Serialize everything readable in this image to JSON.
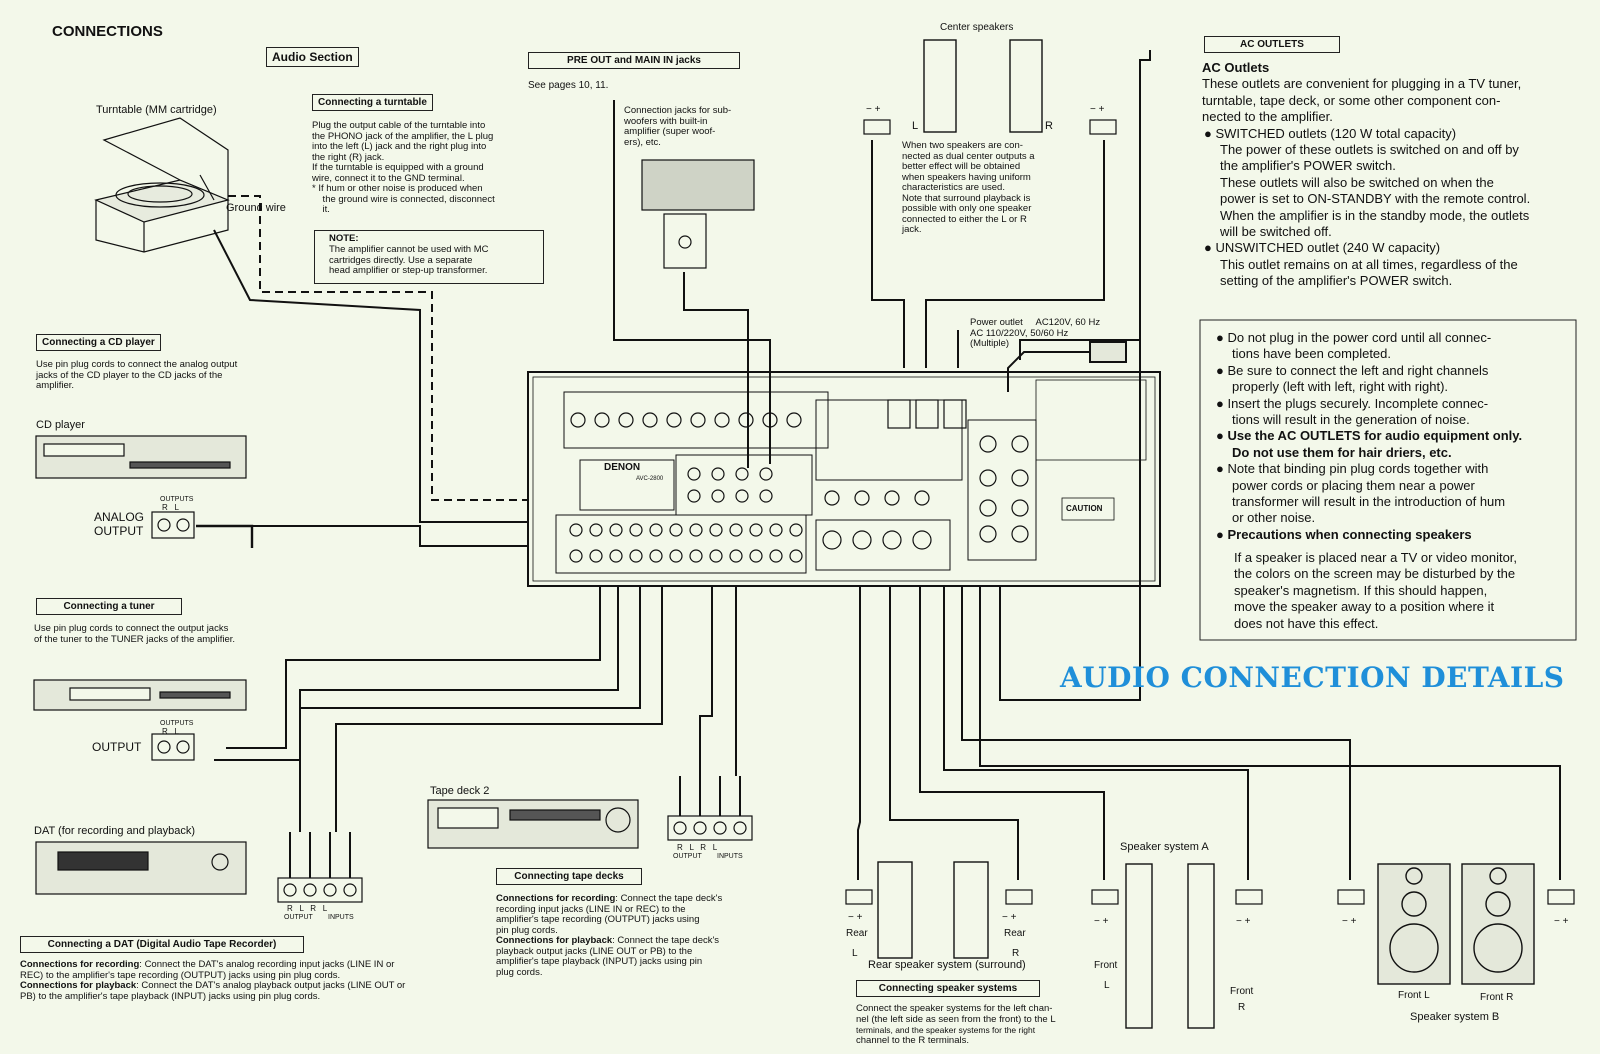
{
  "page_title": "CONNECTIONS",
  "section_audio": "Audio Section",
  "preout": {
    "title": "PRE OUT and MAIN IN jacks",
    "see": "See pages 10, 11."
  },
  "turntable": {
    "label": "Turntable (MM cartridge)",
    "ground": "Ground wire",
    "box": "Connecting a turntable",
    "text": [
      "Plug the output cable of the turntable into",
      "the PHONO jack of the amplifier, the L plug",
      "into the left (L) jack and the right plug into",
      "the right (R) jack.",
      "If the turntable is equipped with a ground",
      "wire, connect it to the GND terminal.",
      "*   If hum or other noise is produced when",
      "    the ground wire is connected, disconnect",
      "    it."
    ],
    "note_title": "NOTE:",
    "note": [
      "The amplifier cannot be used with MC",
      "cartridges directly. Use a separate",
      "head amplifier or step-up transformer."
    ]
  },
  "subwoofer": {
    "text": [
      "Connection jacks for sub-",
      "woofers with built-in",
      "amplifier (super woof-",
      "ers), etc."
    ]
  },
  "center": {
    "label": "Center speakers",
    "L": "L",
    "R": "R",
    "text": [
      "When two speakers are con-",
      "nected as dual center outputs a",
      "better effect will be obtained",
      "when speakers having uniform",
      "characteristics are used.",
      "Note that surround playback is",
      "possible with only one speaker",
      "connected to either the L or R",
      "jack."
    ]
  },
  "ac": {
    "box": "AC OUTLETS",
    "heading": "AC Outlets",
    "intro": [
      "These outlets are convenient for plugging in a TV tuner,",
      "turntable, tape deck, or some other component con-",
      "nected to the amplifier."
    ],
    "sw_title": "SWITCHED outlets (120 W total capacity)",
    "sw_text": [
      "The power of these outlets is switched on and off by",
      "the amplifier's POWER switch.",
      "These outlets will also be switched on when the",
      "power is set to ON-STANDBY with the remote control.",
      "When the amplifier is in the standby mode, the outlets",
      "will be switched off."
    ],
    "unsw_title": "UNSWITCHED outlet (240 W capacity)",
    "unsw_text": [
      "This outlet remains on at all times, regardless of the",
      "setting of the amplifier's POWER switch."
    ]
  },
  "power": {
    "lines": [
      "Power outlet     AC120V, 60 Hz",
      "AC 110/220V, 50/60 Hz",
      "(Multiple)"
    ]
  },
  "cautions": [
    {
      "bold": false,
      "lines": [
        "Do not plug in the power cord until all connec-",
        "tions have been completed."
      ]
    },
    {
      "bold": false,
      "lines": [
        "Be sure to connect the left and right channels",
        "properly (left with left, right with right)."
      ]
    },
    {
      "bold": false,
      "lines": [
        "Insert the plugs securely. Incomplete connec-",
        "tions will result in the generation of noise."
      ]
    },
    {
      "bold": true,
      "lines": [
        "Use the AC OUTLETS for audio equipment only.",
        "Do not use them for hair driers, etc."
      ]
    },
    {
      "bold": false,
      "lines": [
        "Note that binding pin plug cords together with",
        "power cords or placing them near a power",
        "transformer will result in the introduction of hum",
        "or other noise."
      ]
    },
    {
      "bold": true,
      "lines": [
        "Precautions when connecting speakers"
      ]
    }
  ],
  "caution_last": [
    "If a speaker is placed near a TV or video monitor,",
    "the colors on the screen may be disturbed by the",
    "speaker's magnetism. If this should happen,",
    "move the speaker away to a position where it",
    "does not have this effect."
  ],
  "watermark": "AUDIO CONNECTION DETAILS",
  "cd": {
    "box": "Connecting a CD player",
    "text": [
      "Use pin plug cords to connect the analog output",
      "jacks of the CD player to the CD jacks of the",
      "amplifier."
    ],
    "label": "CD player",
    "analog": "ANALOG",
    "output": "OUTPUT",
    "outputs": "OUTPUTS",
    "rl": "R   L"
  },
  "tuner": {
    "box": "Connecting a tuner",
    "text": [
      "Use pin plug cords to connect the output jacks",
      "of the tuner to the TUNER jacks of the amplifier."
    ],
    "output": "OUTPUT",
    "outputs": "OUTPUTS",
    "rl": "R   L"
  },
  "dat": {
    "label": "DAT (for recording and playback)",
    "box": "Connecting a DAT (Digital Audio Tape Recorder)",
    "rec_b": "Connections for recording",
    "rec": [
      ": Connect the DAT's analog recording input jacks (LINE IN or",
      "REC) to the amplifier's tape recording (OUTPUT) jacks using pin plug cords."
    ],
    "play_b": "Connections for playback",
    "play": [
      ": Connect the DAT's analog playback output jacks (LINE OUT or",
      "PB) to the amplifier's tape playback (INPUT) jacks using pin plug cords."
    ],
    "jack_labels": "R   L   R   L",
    "output": "OUTPUT",
    "inputs": "INPUTS"
  },
  "tape": {
    "label": "Tape deck 2",
    "box": "Connecting tape decks",
    "rec_b": "Connections for recording",
    "rec": [
      ": Connect the tape deck's",
      "recording input jacks (LINE IN or REC) to the",
      "amplifier's tape recording (OUTPUT) jacks using",
      "pin plug cords."
    ],
    "play_b": "Connections for playback",
    "play": [
      ": Connect the tape deck's",
      "playback output jacks (LINE OUT or PB) to the",
      "amplifier's tape playback (INPUT) jacks using pin",
      "plug cords."
    ],
    "jack_labels": "R   L   R   L",
    "output": "OUTPUT",
    "inputs": "INPUTS"
  },
  "speakers": {
    "box": "Connecting speaker systems",
    "text": [
      "Connect the speaker systems for the left chan-",
      "nel (the left side as seen from the front) to the L",
      "terminals, and the speaker systems for the right",
      "channel to the R terminals."
    ],
    "rear_system": "Rear speaker system (surround)",
    "rear": "Rear",
    "L": "L",
    "R": "R",
    "system_a": "Speaker system A",
    "system_b": "Speaker system B",
    "front": "Front",
    "front_l": "Front L",
    "front_r": "Front R",
    "pm": "− +"
  },
  "amp": {
    "brand": "DENON",
    "model": "AVC-2800",
    "caution": "CAUTION"
  }
}
